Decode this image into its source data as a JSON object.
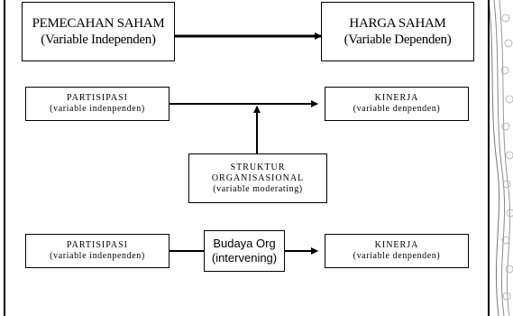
{
  "diagram1": {
    "independent": {
      "title": "PEMECAHAN SAHAM",
      "subtitle": "(Variable Independen)"
    },
    "dependent": {
      "title": "HARGA SAHAM",
      "subtitle": "(Variable Dependen)"
    }
  },
  "diagram2": {
    "independent": {
      "title": "PARTISIPASI",
      "subtitle": "(variable indenpenden)"
    },
    "dependent": {
      "title": "KINERJA",
      "subtitle": "(variable denpenden)"
    },
    "moderating": {
      "line1": "STRUKTUR",
      "line2": "ORGANISASIONAL",
      "subtitle": "(variable moderating)"
    }
  },
  "diagram3": {
    "independent": {
      "title": "PARTISIPASI",
      "subtitle": "(variable indenpenden)"
    },
    "intervening": {
      "line1": "Budaya Org",
      "line2": "(intervening)"
    },
    "dependent": {
      "title": "KINERJA",
      "subtitle": "(variable denpenden)"
    }
  },
  "colors": {
    "line": "#000000",
    "background": "#ffffff",
    "decoration": "#9a9a9a"
  }
}
